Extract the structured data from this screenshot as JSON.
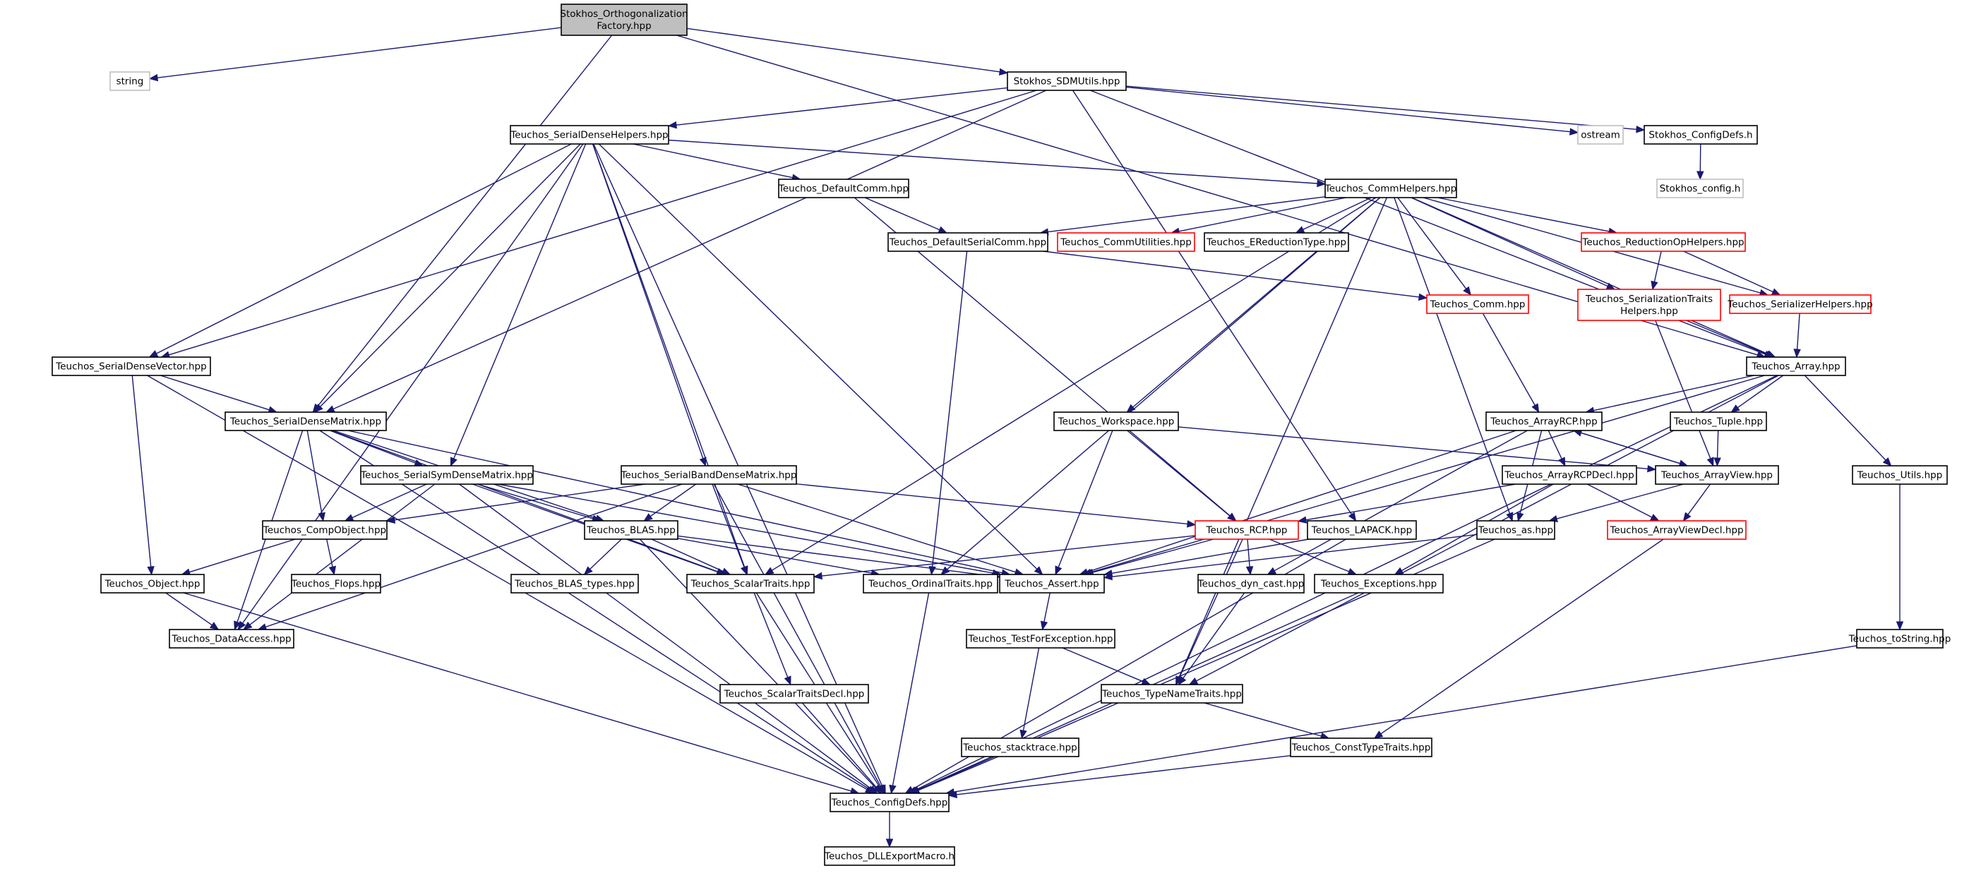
{
  "graph": {
    "nodes": [
      {
        "id": "root",
        "lines": [
          "Stokhos_Orthogonalization",
          "Factory.hpp"
        ],
        "style": "root"
      },
      {
        "id": "string",
        "lines": [
          "string"
        ],
        "style": "gray"
      },
      {
        "id": "sdmutils",
        "lines": [
          "Stokhos_SDMUtils.hpp"
        ],
        "style": "normal"
      },
      {
        "id": "ostream",
        "lines": [
          "ostream"
        ],
        "style": "gray"
      },
      {
        "id": "stokcfg",
        "lines": [
          "Stokhos_ConfigDefs.h"
        ],
        "style": "normal"
      },
      {
        "id": "stokcfgh",
        "lines": [
          "Stokhos_config.h"
        ],
        "style": "gray"
      },
      {
        "id": "sdhelpers",
        "lines": [
          "Teuchos_SerialDenseHelpers.hpp"
        ],
        "style": "normal"
      },
      {
        "id": "defcomm",
        "lines": [
          "Teuchos_DefaultComm.hpp"
        ],
        "style": "normal"
      },
      {
        "id": "commhelpers",
        "lines": [
          "Teuchos_CommHelpers.hpp"
        ],
        "style": "normal"
      },
      {
        "id": "defserialcomm",
        "lines": [
          "Teuchos_DefaultSerialComm.hpp"
        ],
        "style": "normal"
      },
      {
        "id": "commutil",
        "lines": [
          "Teuchos_CommUtilities.hpp"
        ],
        "style": "red"
      },
      {
        "id": "ereduction",
        "lines": [
          "Teuchos_EReductionType.hpp"
        ],
        "style": "normal"
      },
      {
        "id": "reductionop",
        "lines": [
          "Teuchos_ReductionOpHelpers.hpp"
        ],
        "style": "red"
      },
      {
        "id": "comm",
        "lines": [
          "Teuchos_Comm.hpp"
        ],
        "style": "red"
      },
      {
        "id": "sertraits",
        "lines": [
          "Teuchos_SerializationTraits",
          "Helpers.hpp"
        ],
        "style": "red"
      },
      {
        "id": "serhelpers",
        "lines": [
          "Teuchos_SerializerHelpers.hpp"
        ],
        "style": "red"
      },
      {
        "id": "array",
        "lines": [
          "Teuchos_Array.hpp"
        ],
        "style": "normal"
      },
      {
        "id": "sdvector",
        "lines": [
          "Teuchos_SerialDenseVector.hpp"
        ],
        "style": "normal"
      },
      {
        "id": "sdmatrix",
        "lines": [
          "Teuchos_SerialDenseMatrix.hpp"
        ],
        "style": "normal"
      },
      {
        "id": "workspace",
        "lines": [
          "Teuchos_Workspace.hpp"
        ],
        "style": "normal"
      },
      {
        "id": "arrayrcp",
        "lines": [
          "Teuchos_ArrayRCP.hpp"
        ],
        "style": "normal"
      },
      {
        "id": "tuple",
        "lines": [
          "Teuchos_Tuple.hpp"
        ],
        "style": "normal"
      },
      {
        "id": "symdense",
        "lines": [
          "Teuchos_SerialSymDenseMatrix.hpp"
        ],
        "style": "normal"
      },
      {
        "id": "banddense",
        "lines": [
          "Teuchos_SerialBandDenseMatrix.hpp"
        ],
        "style": "normal"
      },
      {
        "id": "arrayrcpdecl",
        "lines": [
          "Teuchos_ArrayRCPDecl.hpp"
        ],
        "style": "normal"
      },
      {
        "id": "arrayview",
        "lines": [
          "Teuchos_ArrayView.hpp"
        ],
        "style": "normal"
      },
      {
        "id": "utils",
        "lines": [
          "Teuchos_Utils.hpp"
        ],
        "style": "normal"
      },
      {
        "id": "compobject",
        "lines": [
          "Teuchos_CompObject.hpp"
        ],
        "style": "normal"
      },
      {
        "id": "blas",
        "lines": [
          "Teuchos_BLAS.hpp"
        ],
        "style": "normal"
      },
      {
        "id": "rcp",
        "lines": [
          "Teuchos_RCP.hpp"
        ],
        "style": "red"
      },
      {
        "id": "lapack",
        "lines": [
          "Teuchos_LAPACK.hpp"
        ],
        "style": "normal"
      },
      {
        "id": "as",
        "lines": [
          "Teuchos_as.hpp"
        ],
        "style": "normal"
      },
      {
        "id": "arrayviewdecl",
        "lines": [
          "Teuchos_ArrayViewDecl.hpp"
        ],
        "style": "red"
      },
      {
        "id": "object",
        "lines": [
          "Teuchos_Object.hpp"
        ],
        "style": "normal"
      },
      {
        "id": "flops",
        "lines": [
          "Teuchos_Flops.hpp"
        ],
        "style": "normal"
      },
      {
        "id": "blastypes",
        "lines": [
          "Teuchos_BLAS_types.hpp"
        ],
        "style": "normal"
      },
      {
        "id": "scalartraits",
        "lines": [
          "Teuchos_ScalarTraits.hpp"
        ],
        "style": "normal"
      },
      {
        "id": "ordinaltraits",
        "lines": [
          "Teuchos_OrdinalTraits.hpp"
        ],
        "style": "normal"
      },
      {
        "id": "assert",
        "lines": [
          "Teuchos_Assert.hpp"
        ],
        "style": "normal"
      },
      {
        "id": "dyncast",
        "lines": [
          "Teuchos_dyn_cast.hpp"
        ],
        "style": "normal"
      },
      {
        "id": "exceptions",
        "lines": [
          "Teuchos_Exceptions.hpp"
        ],
        "style": "normal"
      },
      {
        "id": "dataaccess",
        "lines": [
          "Teuchos_DataAccess.hpp"
        ],
        "style": "normal"
      },
      {
        "id": "testforex",
        "lines": [
          "Teuchos_TestForException.hpp"
        ],
        "style": "normal"
      },
      {
        "id": "tostring",
        "lines": [
          "Teuchos_toString.hpp"
        ],
        "style": "normal"
      },
      {
        "id": "scalartraitsdecl",
        "lines": [
          "Teuchos_ScalarTraitsDecl.hpp"
        ],
        "style": "normal"
      },
      {
        "id": "typenametraits",
        "lines": [
          "Teuchos_TypeNameTraits.hpp"
        ],
        "style": "normal"
      },
      {
        "id": "stacktrace",
        "lines": [
          "Teuchos_stacktrace.hpp"
        ],
        "style": "normal"
      },
      {
        "id": "consttypetraits",
        "lines": [
          "Teuchos_ConstTypeTraits.hpp"
        ],
        "style": "normal"
      },
      {
        "id": "configdefs",
        "lines": [
          "Teuchos_ConfigDefs.hpp"
        ],
        "style": "normal"
      },
      {
        "id": "dllexport",
        "lines": [
          "Teuchos_DLLExportMacro.h"
        ],
        "style": "normal"
      }
    ],
    "edges": [
      [
        "root",
        "string"
      ],
      [
        "root",
        "sdmutils"
      ],
      [
        "root",
        "sdmatrix"
      ],
      [
        "root",
        "array"
      ],
      [
        "sdmutils",
        "ostream"
      ],
      [
        "sdmutils",
        "stokcfg"
      ],
      [
        "sdmutils",
        "sdhelpers"
      ],
      [
        "sdmutils",
        "sdvector"
      ],
      [
        "sdmutils",
        "sdmatrix"
      ],
      [
        "sdmutils",
        "lapack"
      ],
      [
        "sdmutils",
        "array"
      ],
      [
        "stokcfg",
        "stokcfgh"
      ],
      [
        "sdhelpers",
        "defcomm"
      ],
      [
        "sdhelpers",
        "commhelpers"
      ],
      [
        "sdhelpers",
        "sdvector"
      ],
      [
        "sdhelpers",
        "sdmatrix"
      ],
      [
        "sdhelpers",
        "symdense"
      ],
      [
        "sdhelpers",
        "banddense"
      ],
      [
        "sdhelpers",
        "dataaccess"
      ],
      [
        "sdhelpers",
        "scalartraits"
      ],
      [
        "sdhelpers",
        "assert"
      ],
      [
        "sdhelpers",
        "configdefs"
      ],
      [
        "defcomm",
        "defserialcomm"
      ],
      [
        "defcomm",
        "rcp"
      ],
      [
        "commhelpers",
        "defserialcomm"
      ],
      [
        "commhelpers",
        "commutil"
      ],
      [
        "commhelpers",
        "ereduction"
      ],
      [
        "commhelpers",
        "reductionop"
      ],
      [
        "commhelpers",
        "comm"
      ],
      [
        "commhelpers",
        "sertraits"
      ],
      [
        "commhelpers",
        "serhelpers"
      ],
      [
        "commhelpers",
        "array"
      ],
      [
        "commhelpers",
        "workspace"
      ],
      [
        "commhelpers",
        "as"
      ],
      [
        "commhelpers",
        "typenametraits"
      ],
      [
        "commhelpers",
        "ordinaltraits"
      ],
      [
        "commhelpers",
        "scalartraits"
      ],
      [
        "defserialcomm",
        "comm"
      ],
      [
        "defserialcomm",
        "ordinaltraits"
      ],
      [
        "reductionop",
        "sertraits"
      ],
      [
        "reductionop",
        "serhelpers"
      ],
      [
        "sertraits",
        "array"
      ],
      [
        "sertraits",
        "arrayview"
      ],
      [
        "serhelpers",
        "array"
      ],
      [
        "comm",
        "arrayrcp"
      ],
      [
        "array",
        "arrayrcp"
      ],
      [
        "array",
        "tuple"
      ],
      [
        "array",
        "utils"
      ],
      [
        "array",
        "assert"
      ],
      [
        "array",
        "typenametraits"
      ],
      [
        "array",
        "configdefs"
      ],
      [
        "sdvector",
        "sdmatrix"
      ],
      [
        "sdvector",
        "object"
      ],
      [
        "sdvector",
        "configdefs"
      ],
      [
        "sdmatrix",
        "compobject"
      ],
      [
        "sdmatrix",
        "symdense"
      ],
      [
        "sdmatrix",
        "blas"
      ],
      [
        "sdmatrix",
        "scalartraits"
      ],
      [
        "sdmatrix",
        "dataaccess"
      ],
      [
        "sdmatrix",
        "assert"
      ],
      [
        "sdmatrix",
        "configdefs"
      ],
      [
        "workspace",
        "rcp"
      ],
      [
        "workspace",
        "arrayview"
      ],
      [
        "workspace",
        "assert"
      ],
      [
        "arrayrcp",
        "arrayrcpdecl"
      ],
      [
        "arrayrcp",
        "arrayview"
      ],
      [
        "arrayrcp",
        "as"
      ],
      [
        "arrayrcp",
        "dyncast"
      ],
      [
        "arrayrcp",
        "assert"
      ],
      [
        "tuple",
        "arrayview"
      ],
      [
        "symdense",
        "compobject"
      ],
      [
        "symdense",
        "blas"
      ],
      [
        "symdense",
        "scalartraits"
      ],
      [
        "symdense",
        "dataaccess"
      ],
      [
        "symdense",
        "assert"
      ],
      [
        "symdense",
        "configdefs"
      ],
      [
        "banddense",
        "compobject"
      ],
      [
        "banddense",
        "blas"
      ],
      [
        "banddense",
        "scalartraits"
      ],
      [
        "banddense",
        "rcp"
      ],
      [
        "banddense",
        "dataaccess"
      ],
      [
        "banddense",
        "assert"
      ],
      [
        "banddense",
        "configdefs"
      ],
      [
        "arrayrcpdecl",
        "rcp"
      ],
      [
        "arrayrcpdecl",
        "arrayviewdecl"
      ],
      [
        "arrayrcpdecl",
        "exceptions"
      ],
      [
        "arrayview",
        "arrayrcp"
      ],
      [
        "arrayview",
        "arrayviewdecl"
      ],
      [
        "arrayview",
        "as"
      ],
      [
        "utils",
        "tostring"
      ],
      [
        "compobject",
        "object"
      ],
      [
        "compobject",
        "flops"
      ],
      [
        "blas",
        "blastypes"
      ],
      [
        "blas",
        "scalartraits"
      ],
      [
        "blas",
        "ordinaltraits"
      ],
      [
        "blas",
        "assert"
      ],
      [
        "blas",
        "configdefs"
      ],
      [
        "rcp",
        "assert"
      ],
      [
        "rcp",
        "dyncast"
      ],
      [
        "rcp",
        "exceptions"
      ],
      [
        "rcp",
        "typenametraits"
      ],
      [
        "rcp",
        "scalartraits"
      ],
      [
        "lapack",
        "assert"
      ],
      [
        "lapack",
        "configdefs"
      ],
      [
        "as",
        "assert"
      ],
      [
        "as",
        "configdefs"
      ],
      [
        "arrayviewdecl",
        "consttypetraits"
      ],
      [
        "object",
        "dataaccess"
      ],
      [
        "object",
        "configdefs"
      ],
      [
        "scalartraits",
        "scalartraitsdecl"
      ],
      [
        "scalartraits",
        "configdefs"
      ],
      [
        "ordinaltraits",
        "configdefs"
      ],
      [
        "assert",
        "testforex"
      ],
      [
        "dyncast",
        "typenametraits"
      ],
      [
        "exceptions",
        "configdefs"
      ],
      [
        "testforex",
        "typenametraits"
      ],
      [
        "testforex",
        "stacktrace"
      ],
      [
        "tostring",
        "configdefs"
      ],
      [
        "scalartraitsdecl",
        "configdefs"
      ],
      [
        "typenametraits",
        "consttypetraits"
      ],
      [
        "stacktrace",
        "configdefs"
      ],
      [
        "consttypetraits",
        "configdefs"
      ],
      [
        "configdefs",
        "dllexport"
      ]
    ]
  },
  "colors": {
    "edge": "#191970",
    "root_fill": "#bfbfbf",
    "normal_border": "#000000",
    "red_border": "#ff0000",
    "gray_border": "#bfbfbf"
  }
}
